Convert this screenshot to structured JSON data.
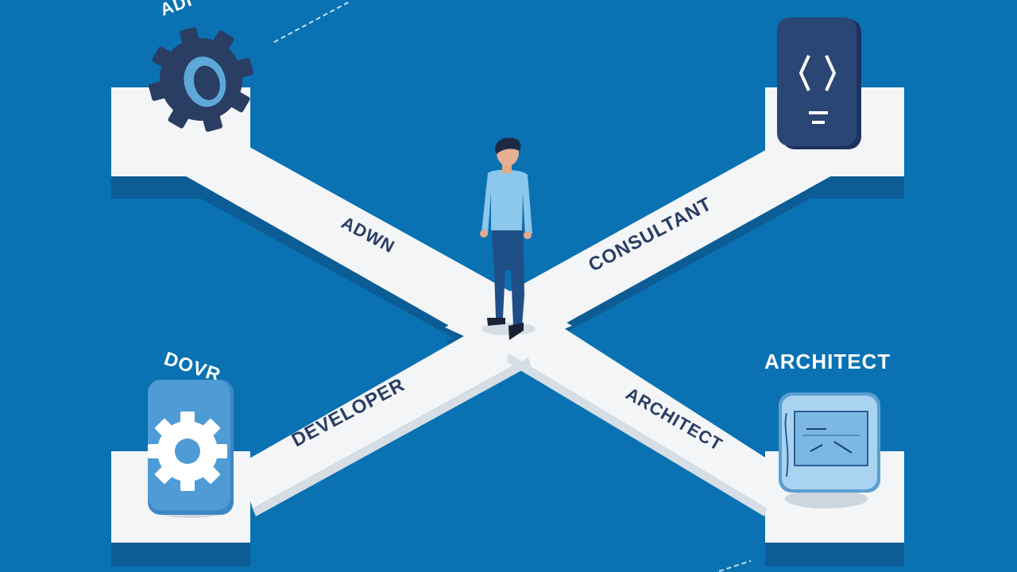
{
  "colors": {
    "background": "#0a72b2",
    "path": "#f3f5f7",
    "path_shadow": "#cfd8e0",
    "dark_navy": "#2a3d63",
    "light_blue": "#7cc0ea"
  },
  "paths": {
    "admin": "ADWN",
    "consultant": "CONSULTANT",
    "developer": "DEVELOPER",
    "architect": "ARCHITECT"
  },
  "corners": {
    "top_left_partial": "ADI",
    "bottom_left": "DOVR",
    "bottom_right": "ARCHITECT"
  },
  "icons": {
    "top_left": "gear-icon",
    "top_right": "code-bulb-icon",
    "bottom_left": "gear-icon",
    "bottom_right": "blueprint-icon"
  }
}
